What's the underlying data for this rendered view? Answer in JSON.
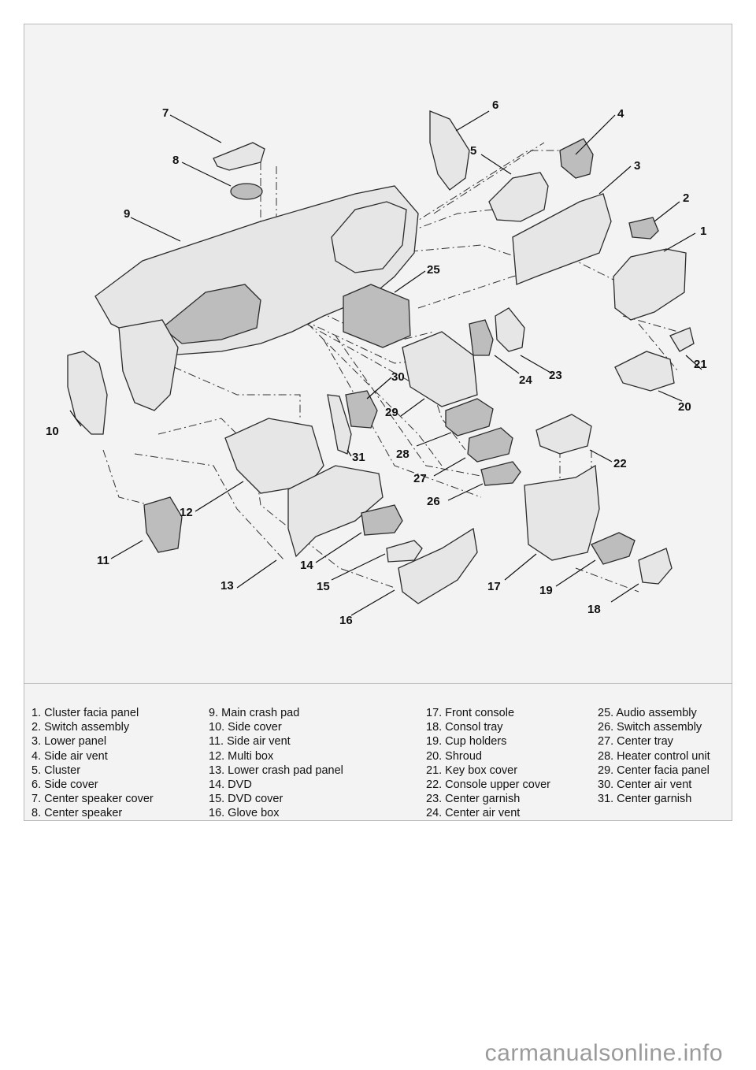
{
  "diagram": {
    "callouts": [
      "1",
      "2",
      "3",
      "4",
      "5",
      "6",
      "7",
      "8",
      "9",
      "10",
      "11",
      "12",
      "13",
      "14",
      "15",
      "16",
      "17",
      "18",
      "19",
      "20",
      "21",
      "22",
      "23",
      "24",
      "25",
      "26",
      "27",
      "28",
      "29",
      "30",
      "31"
    ]
  },
  "legend": {
    "col1": [
      "1. Cluster facia panel",
      "2. Switch assembly",
      "3. Lower panel",
      "4. Side air vent",
      "5. Cluster",
      "6. Side cover",
      "7. Center speaker cover",
      "8. Center speaker"
    ],
    "col2": [
      "9. Main crash pad",
      "10. Side cover",
      "11. Side air vent",
      "12. Multi box",
      "13. Lower crash pad panel",
      "14. DVD",
      "15. DVD cover",
      "16. Glove box"
    ],
    "col3": [
      "17. Front console",
      "18. Consol tray",
      "19. Cup holders",
      "20. Shroud",
      "21. Key box cover",
      "22. Console upper cover",
      "23. Center garnish",
      "24. Center air vent"
    ],
    "col4": [
      "25. Audio assembly",
      "26. Switch assembly",
      "27. Center tray",
      "28. Heater control unit",
      "29. Center facia panel",
      "30. Center air vent",
      "31. Center garnish"
    ]
  },
  "watermark": "carmanualsonline.info"
}
